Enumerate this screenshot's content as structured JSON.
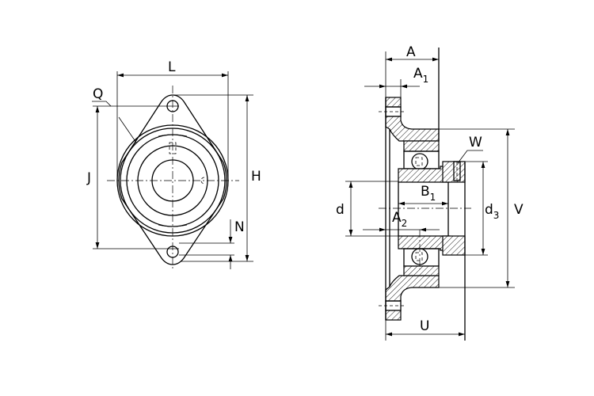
{
  "drawing": {
    "front_view": {
      "labels": {
        "L": "L",
        "Q": "Q",
        "J": "J",
        "H": "H",
        "N": "N"
      }
    },
    "section_view": {
      "labels": {
        "A": "A",
        "A1": {
          "base": "A",
          "sub": "1"
        },
        "W": "W",
        "B1": {
          "base": "B",
          "sub": "1"
        },
        "d": "d",
        "A2": {
          "base": "A",
          "sub": "2"
        },
        "d3": {
          "base": "d",
          "sub": "3"
        },
        "V": "V",
        "U": "U"
      }
    }
  }
}
